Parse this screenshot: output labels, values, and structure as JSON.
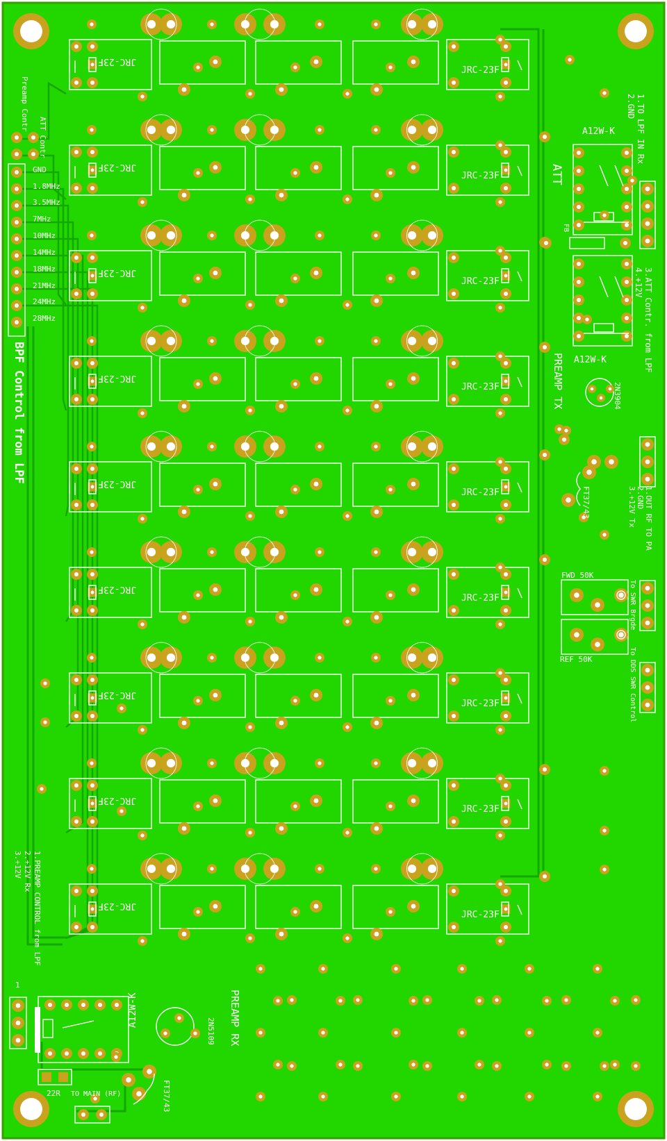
{
  "colors": {
    "board": "#22d600",
    "board_edge": "#35a000",
    "trace": "#12a800",
    "silk": "#ffffff",
    "pad_ring": "#c9a21e",
    "pad_ring_dark": "#b08a10",
    "pad_hole": "#ffffff",
    "dark_pad": "#1b7a00"
  },
  "labels": {
    "relay_part": "JRC-23F",
    "att_relay_part": "A12W-K",
    "att_title": "ATT",
    "fb": "FB",
    "preamp_tx": "PREAMP TX",
    "preamp_rx": "PREAMP RX",
    "transistor_tx": "2N3904",
    "transistor_rx": "2N5109",
    "toroid_tx": "FT37/43",
    "toroid_rx": "FT37/43",
    "fwd_pot": "FWD 50K",
    "ref_pot": "REF 50K",
    "swr_bridge": "To SWR Brgde",
    "dds_swr": "To DDS SWR Control",
    "out_rf_1": "1.OUT RF TO PA",
    "out_rf_2": "2.GND",
    "out_rf_3": "3.+12V Tx",
    "lpf_in_1": "1.TO LPF IN Rx",
    "lpf_in_2": "2.GND",
    "att_contr_3": "3.ATT Contr. from LPF",
    "att_contr_4": "4.+12V",
    "bpf_control": "BPF Control from LPF",
    "preamp_contr": "Preamp Contr",
    "att_contr": "ATT Contr",
    "gnd": "GND",
    "bands": [
      "1.8MHz",
      "3.5MHz",
      "7MHz",
      "10MHz",
      "14MHz",
      "18MHz",
      "21MHz",
      "24MHz",
      "28MHz"
    ],
    "preamp_control_1": "1.PREAMP CONTROL from LPF",
    "preamp_control_2": "2.+12V Rx",
    "preamp_control_3": "3.+12V",
    "pin_one": "1",
    "resistor": "22R",
    "to_main": "TO MAIN (RF)"
  }
}
